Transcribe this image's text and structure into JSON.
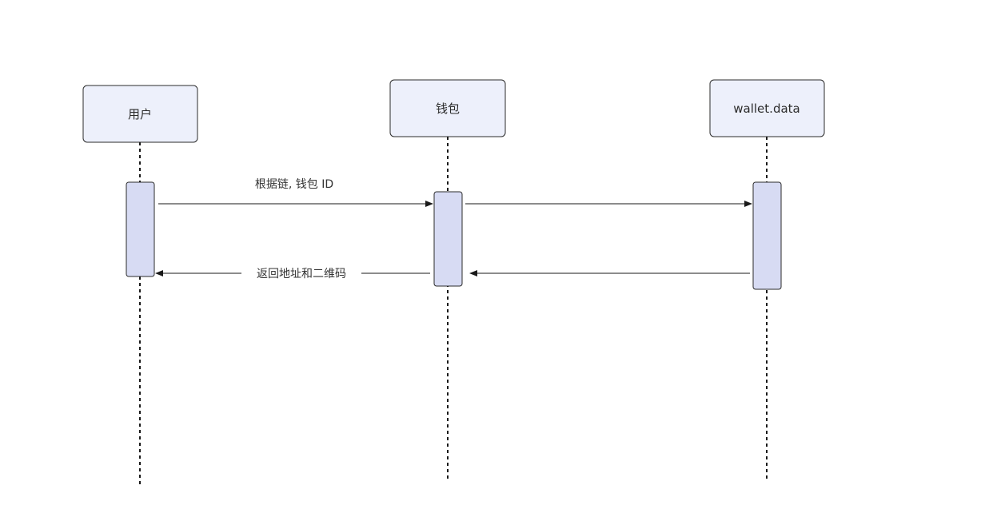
{
  "actors": [
    {
      "name": "用户"
    },
    {
      "name": "钱包"
    },
    {
      "name": "wallet.data"
    }
  ],
  "messages": [
    {
      "label": "根据链, 钱包 ID"
    },
    {
      "label": ""
    },
    {
      "label": "返回地址和二维码"
    },
    {
      "label": ""
    }
  ],
  "colors": {
    "actor_fill": "#edf0fb",
    "activation_fill": "#d7dbf3",
    "stroke": "#2b2b2b"
  }
}
